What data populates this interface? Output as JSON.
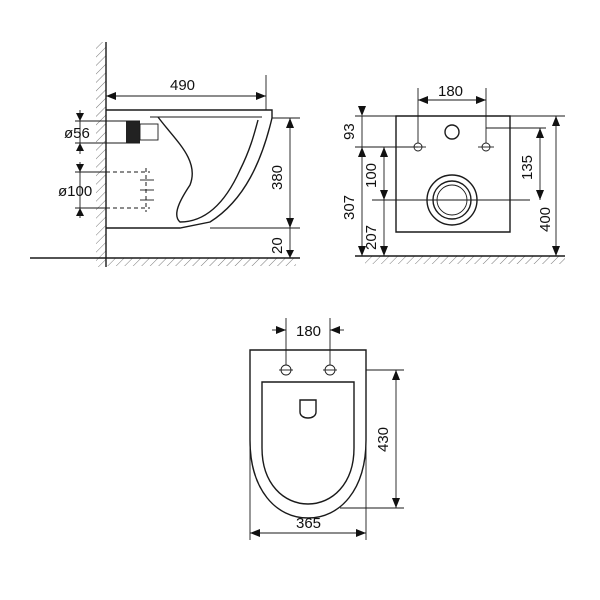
{
  "side_view": {
    "overall_depth": "490",
    "pipe_diameter_inlet": "ø56",
    "pipe_diameter_outlet": "ø100",
    "bowl_height": "380",
    "floor_clearance": "20"
  },
  "rear_view": {
    "bolt_spacing": "180",
    "top_to_bolts": "93",
    "bolts_to_outlet": "100",
    "outlet_height": "307",
    "outlet_center_height": "207",
    "bolts_height": "135",
    "total_height": "400"
  },
  "top_view": {
    "bolt_spacing": "180",
    "length": "430",
    "width": "365"
  }
}
